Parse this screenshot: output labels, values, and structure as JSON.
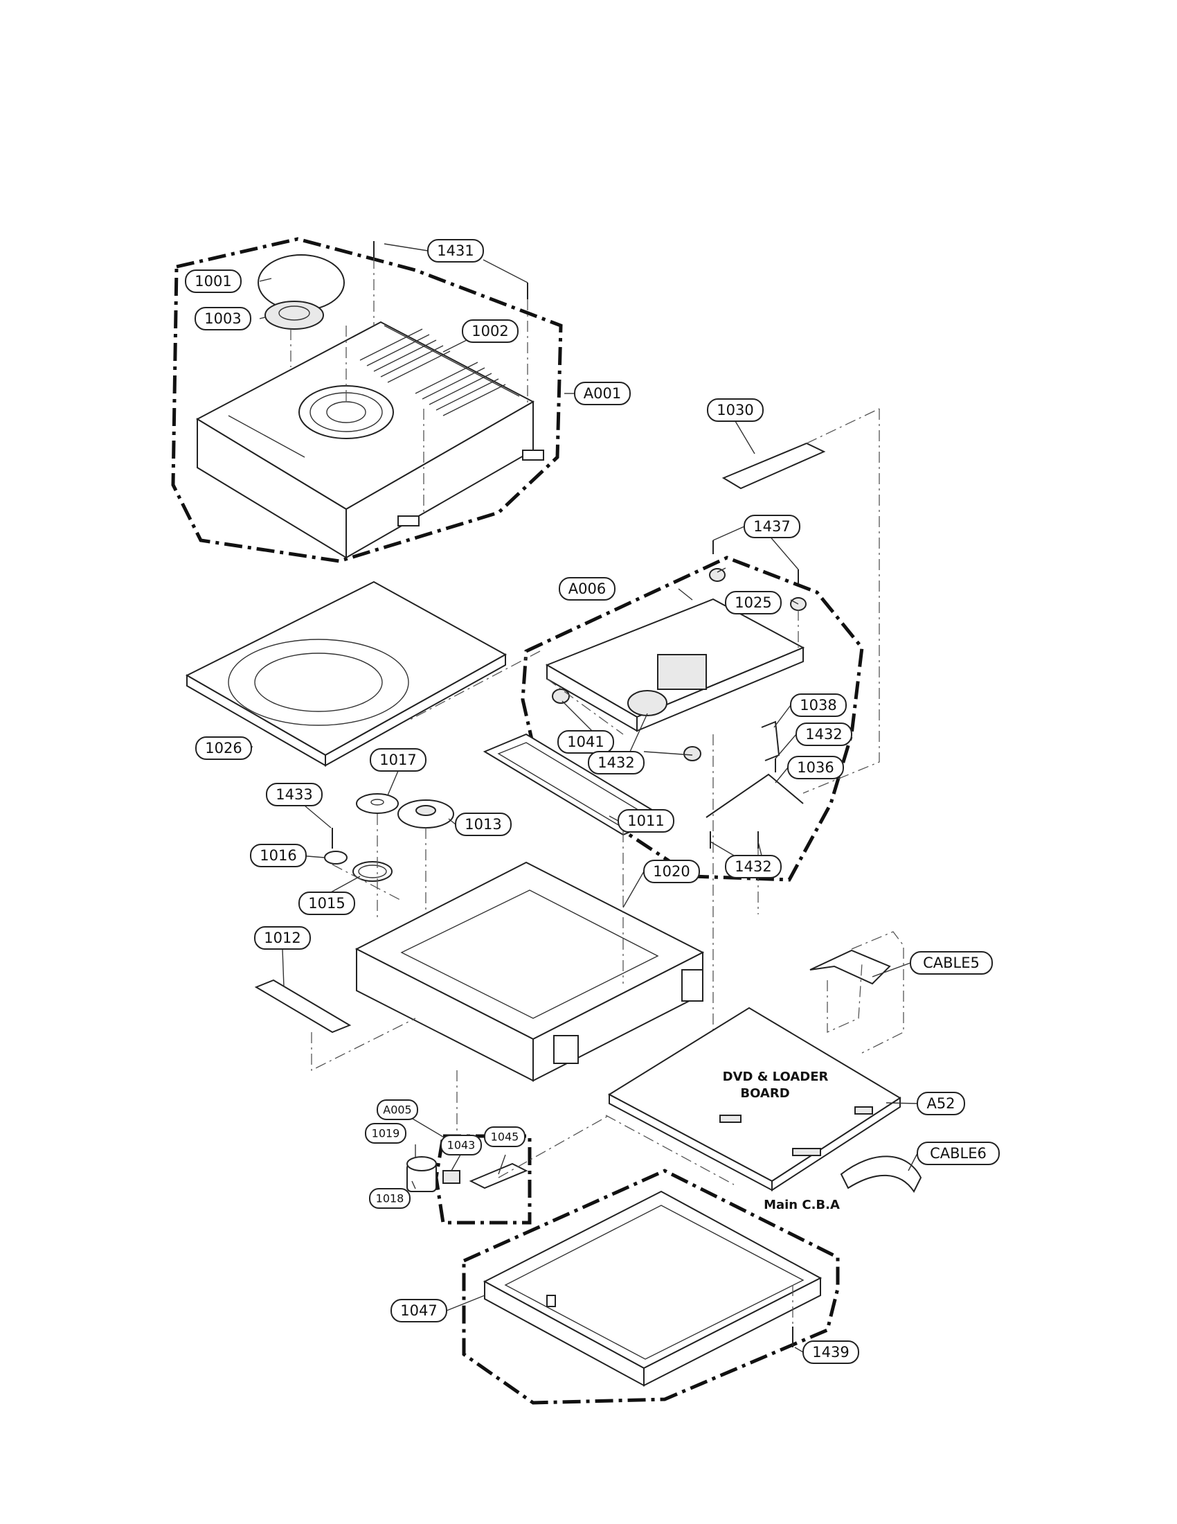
{
  "labels": {
    "l1001": "1001",
    "l1003": "1003",
    "l1431": "1431",
    "l1002": "1002",
    "lA001": "A001",
    "l1030": "1030",
    "l1437": "1437",
    "lA006": "A006",
    "l1025": "1025",
    "l1038": "1038",
    "l1041": "1041",
    "l1432a": "1432",
    "l1432b": "1432",
    "l1036": "1036",
    "l1432c": "1432",
    "l1026": "1026",
    "l1017": "1017",
    "l1013": "1013",
    "l1011": "1011",
    "l1433": "1433",
    "l1016": "1016",
    "l1015": "1015",
    "l1020": "1020",
    "l1012": "1012",
    "lCABLE5": "CABLE5",
    "lA005": "A005",
    "l1019": "1019",
    "l1043": "1043",
    "l1045": "1045",
    "l1018": "1018",
    "lA52": "A52",
    "lCABLE6": "CABLE6",
    "l1047": "1047",
    "l1439": "1439"
  },
  "board": {
    "line1": "DVD & LOADER",
    "line2": "BOARD",
    "main": "Main C.B.A"
  }
}
